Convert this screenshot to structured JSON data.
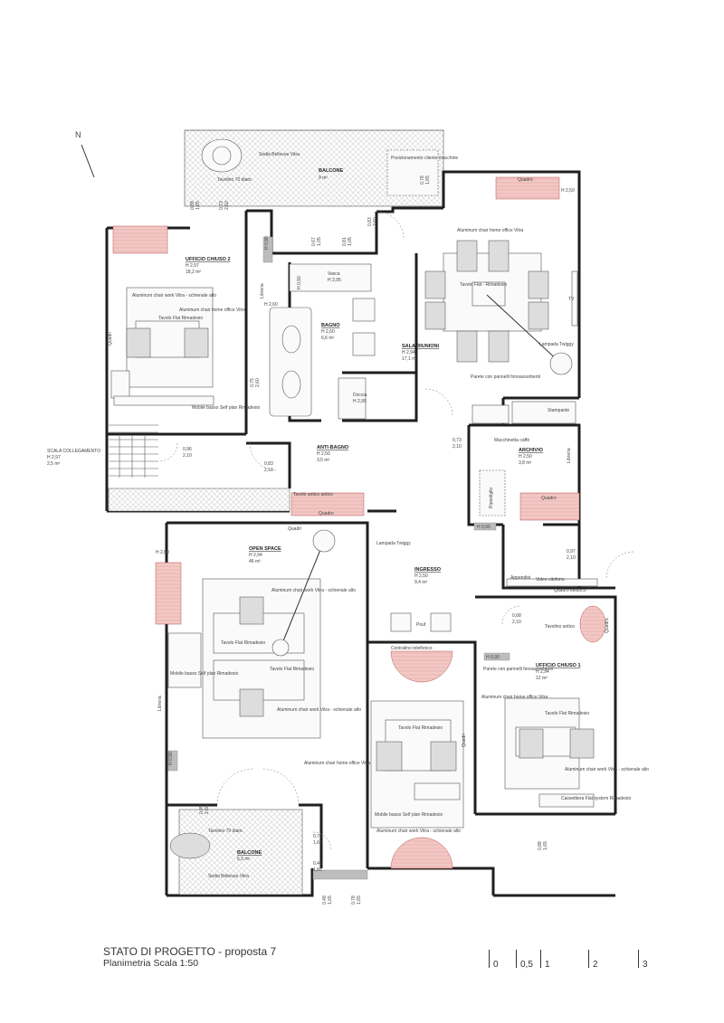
{
  "north": "N",
  "rooms": {
    "balcone_top": {
      "name": "BALCONE",
      "area": "9 m²"
    },
    "ufficio2": {
      "name": "UFFICIO CHIUSO 2",
      "h": "H 2,97",
      "area": "18,2 m²"
    },
    "bagno": {
      "name": "BAGNO",
      "h": "H 2,60",
      "area": "6,6 m²"
    },
    "sala": {
      "name": "SALA RIUNIONI",
      "h": "H 2,94",
      "area": "17,1 m²"
    },
    "scala": {
      "name": "SCALA COLLEGAMENTO",
      "h": "H 2,97",
      "area": "2,5 m²"
    },
    "antibagno": {
      "name": "ANTI-BAGNO",
      "h": "H 2,50",
      "area": "3,5 m²"
    },
    "archivio": {
      "name": "ARCHIVIO",
      "h": "H 2,50",
      "area": "3,8 m²"
    },
    "openspace": {
      "name": "OPEN SPACE",
      "h": "H 2,94",
      "area": "46 m²"
    },
    "ingresso": {
      "name": "INGRESSO",
      "h": "H 2,50",
      "area": "9,4 m²"
    },
    "ufficio1": {
      "name": "UFFICIO CHIUSO 1",
      "h": "H 2,94",
      "area": "12 m²"
    },
    "balcone_bot": {
      "name": "BALCONE",
      "area": "5,3 m²"
    },
    "vasca": {
      "name": "Vasca",
      "h": "H 2,95"
    },
    "doccia": {
      "name": "Doccia",
      "h": "H 2,95"
    }
  },
  "labels": {
    "sedia_top": "Sedia Bellevue Vitra",
    "tavolo70_top": "Tavolino 70 diam.",
    "posiz_macchine": "Posizionamento cliente macchine",
    "quadro_sala": "Quadro",
    "h250_sala": "H 2,50",
    "alu_home_sala": "Aluminum chair home office Vitra",
    "tavolo_sala": "Tavolo Flat - Rimadesio",
    "tv": "TV",
    "lampada_sala": "Lampada Twiggy",
    "parete_sala": "Parete con pannelli fonoassorbenti",
    "alu_work_u2": "Aluminum chair work Vitra - schienale alto",
    "alu_home_u2": "Aluminum chair home office Vitra",
    "tavolo_u2": "Tavolo Flat Rimadesio",
    "quadri_u2": "Quadri",
    "libreria_u2": "Libreria",
    "h260_u2": "H 2,60",
    "mobile_u2": "Mobile basso Self plan Rimadesio",
    "stampante": "Stampante",
    "macchinetta": "Macchinetta caffè",
    "libreria_arch": "Libreria",
    "ripostiglio": "Ripostiglio",
    "tavolo_antico_ab": "Tavolo antico antico",
    "quadro_ab": "Quadro",
    "quadro_arch": "Quadro",
    "quadri_os": "Quadri",
    "h260_os": "H 2,60",
    "lampada_os": "Lampada Twiggy",
    "alu_work_os1": "Aluminum chair work Vitra - schienale alto",
    "tavolo_os1": "Tavolo Flat Rimadesio",
    "mobile_os": "Mobile basso Self plan Rimadesio",
    "tavolo_os2": "Tavolo Flat Rimadesio",
    "alu_work_os2": "Aluminum chair work Vitra - schienale alto",
    "libreria_os": "Libreria",
    "alu_home_os": "Aluminum chair home office Vitra",
    "appendini": "Appendini",
    "videocitofono": "Video citofono",
    "quadro_elettrico": "Quadro elettrico",
    "tavolino_antico": "Tavolino antico",
    "quadro_ingr": "Quadro",
    "pouf": "Pouf",
    "centralino": "Centralino telefonico",
    "parete_u1": "Parete con pannelli fonoassorbenti",
    "alu_home_u1": "Aluminum chair home office Vitra",
    "tavolo_u1": "Tavolo Flat Rimadesio",
    "alu_work_u1": "Aluminum chair work Vitra - schienale alto",
    "cassettiera": "Cassettiera Flat system Rimadesio",
    "tavolo_c": "Tavolo Flat Rimadesio",
    "quadri_c": "Quadri",
    "mobile_c": "Mobile basso Self plan Rimadesio",
    "alu_work_c": "Aluminum chair work Vitra - schienale alto",
    "tavolino70_bot": "Tavolino 70 diam.",
    "sedia_bot": "Sedia Bellevue Vitra"
  },
  "dims": {
    "d1": "0,88",
    "d1b": "1,65",
    "d2": "0,73",
    "d2b": "2,60",
    "d3": "0,78",
    "d3b": "1,65",
    "d4": "0,83",
    "d4b": "2,60",
    "d5": "0,67",
    "d5b": "1,05",
    "d6": "0,81",
    "d6b": "1,05",
    "d7": "0,96",
    "d7b": "2,10",
    "d8": "0,83",
    "d8b": "2,10",
    "d9": "0,73",
    "d9b": "2,10",
    "d10": "0,97",
    "d10b": "2,10",
    "d11": "0,68",
    "d11b": "2,10",
    "d12": "0,85",
    "d12b": "2,60",
    "d13": "0,76",
    "d13b": "1,65",
    "d14": "0,46",
    "d14b": "1,65",
    "d15": "0,48",
    "d15b": "1,65",
    "d16": "0,78",
    "d16b": "1,65",
    "d17": "0,88",
    "d17b": "1,65",
    "d18": "0,75",
    "d18b": "2,60",
    "h090_1": "H 0,90",
    "h090_2": "H 0,90",
    "h090_3": "H 0,90",
    "h090_4": "H 0,90",
    "h090_5": "H 0,90"
  },
  "title": {
    "line1": "STATO DI PROGETTO - proposta 7",
    "line2": "Planimetria Scala 1:50"
  },
  "scale_bar": [
    "0",
    "0,5",
    "1",
    "2",
    "3"
  ],
  "colors": {
    "rug": "#f2c8c4",
    "wall": "#1f1f1f"
  }
}
